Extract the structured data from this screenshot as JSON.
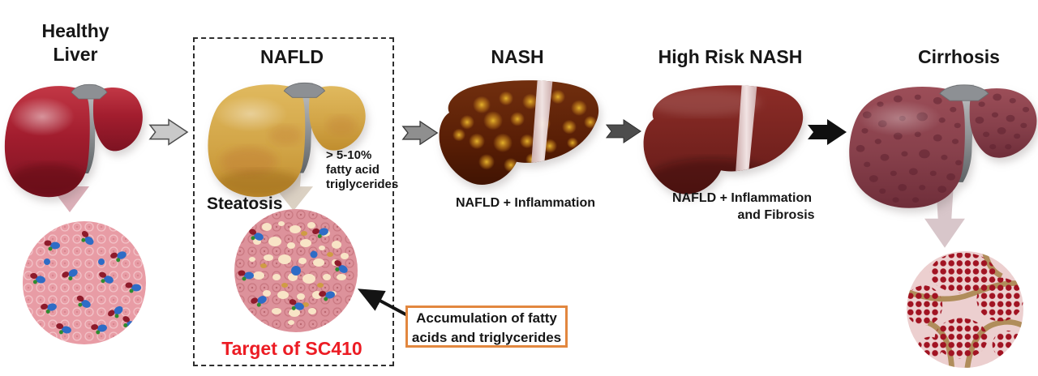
{
  "figure": {
    "description": "Liver disease progression diagram"
  },
  "stages": {
    "healthy": {
      "title1": "Healthy",
      "title2": "Liver"
    },
    "nafld": {
      "title": "NAFLD",
      "note1": "> 5-10%",
      "note2": "fatty acid",
      "note3": "triglycerides",
      "steatosis": "Steatosis",
      "target": "Target of SC410"
    },
    "nash": {
      "title": "NASH",
      "caption": "NAFLD + Inflammation"
    },
    "high_risk_nash": {
      "title": "High Risk NASH",
      "caption1": "NAFLD + Inflammation",
      "caption2": "and Fibrosis"
    },
    "cirrhosis": {
      "title": "Cirrhosis"
    }
  },
  "annotation": {
    "line1": "Accumulation of fatty",
    "line2": "acids and triglycerides"
  },
  "colors": {
    "arrow_1": "#c9c9c9",
    "arrow_2": "#8f8f8f",
    "arrow_3": "#4d4d4d",
    "arrow_4": "#101010",
    "target_text": "#ec1c24",
    "annotation_border": "#e2873f",
    "healthy_liver": "#a21d2e",
    "nafld_liver": "#d2a547",
    "nash_liver": "#5e2008",
    "high_risk_liver": "#7c2521",
    "cirrhosis_liver": "#8c414c"
  },
  "icons": {
    "progression_arrow": "➜",
    "histology_arrow": "⬇",
    "annotation_arrow": "↖"
  }
}
